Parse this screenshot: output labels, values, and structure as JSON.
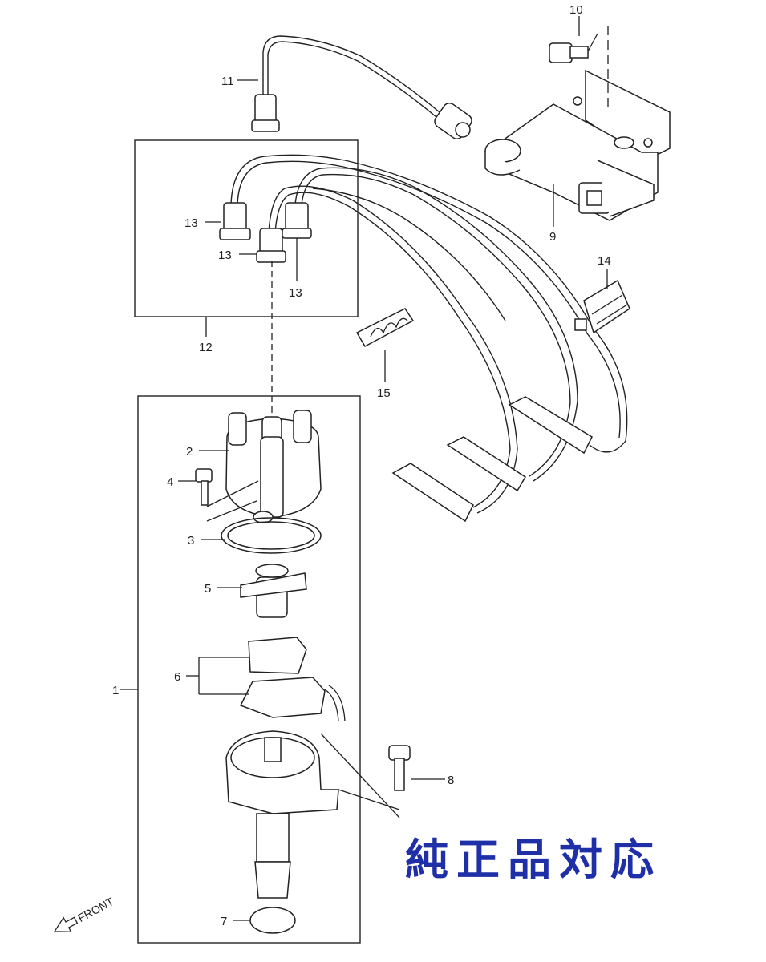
{
  "callouts": {
    "c1": "1",
    "c2": "2",
    "c3": "3",
    "c4": "4",
    "c5": "5",
    "c6": "6",
    "c7": "7",
    "c8": "8",
    "c9": "9",
    "c10": "10",
    "c11": "11",
    "c12": "12",
    "c13a": "13",
    "c13b": "13",
    "c13c": "13",
    "c14": "14",
    "c15": "15"
  },
  "front_label": "FRONT",
  "badge_text": "純正品対応",
  "colors": {
    "badge": "#1f2fa8",
    "ink": "#222222",
    "background": "#ffffff"
  }
}
